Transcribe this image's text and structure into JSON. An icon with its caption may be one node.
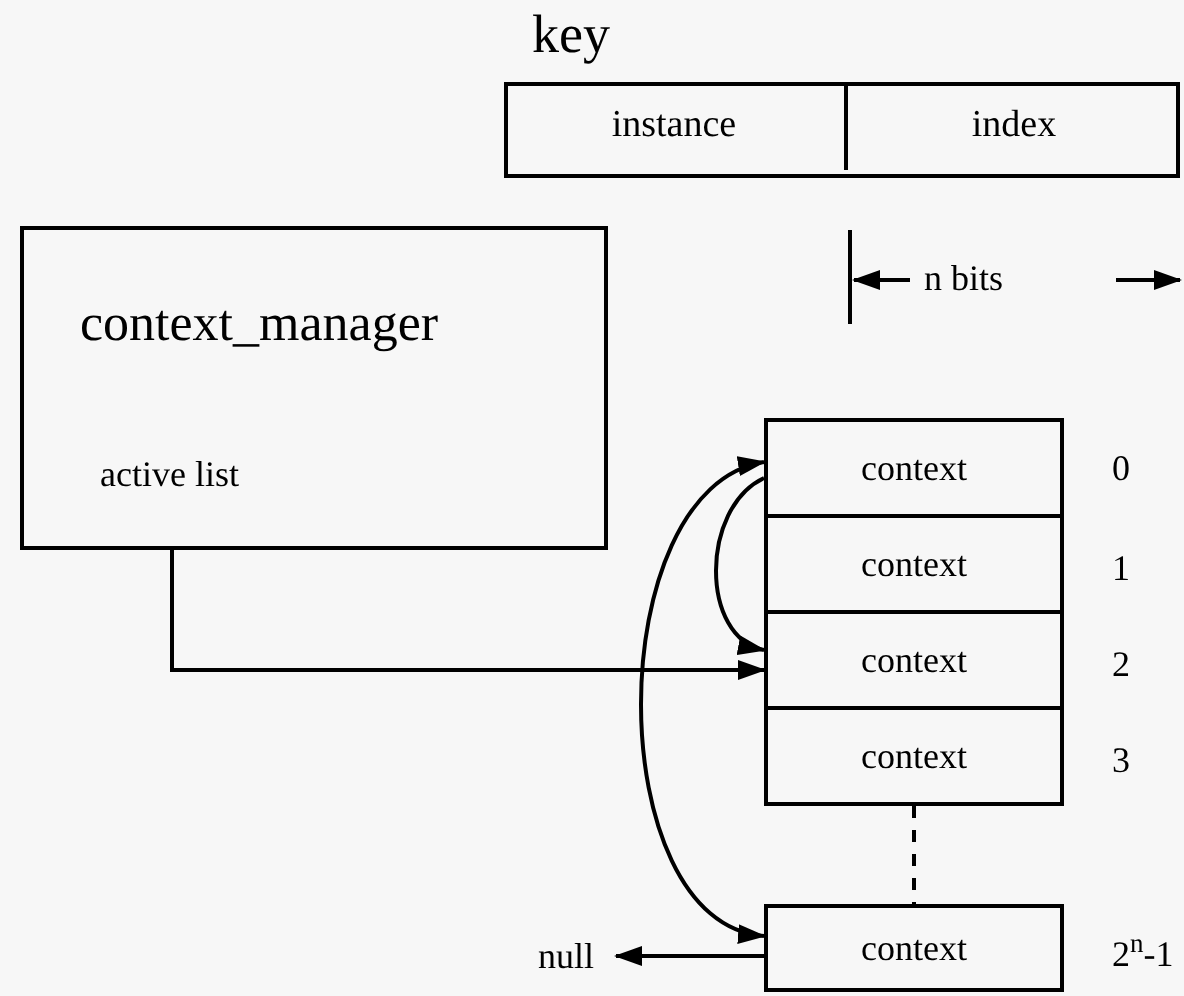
{
  "diagram": {
    "nodes": [
      {
        "text": [
          "key"
        ]
      },
      {
        "text": [
          "instance"
        ],
        "in": 0
      },
      {
        "text": [
          "index"
        ],
        "in": 0
      },
      {
        "text": [
          "context_manager",
          "active list"
        ]
      },
      {
        "text": [
          "context"
        ],
        "beside": [
          "0"
        ]
      },
      {
        "text": [
          "context"
        ],
        "beside": [
          "1"
        ]
      },
      {
        "text": [
          "context"
        ],
        "beside": [
          "2"
        ]
      },
      {
        "text": [
          "context"
        ],
        "beside": [
          "3"
        ]
      },
      {
        "text": [
          "context"
        ],
        "beside": [
          "2$^{n}$-1"
        ]
      },
      {
        "text": [
          "null"
        ]
      }
    ],
    "edges": [
      {
        "from": 3,
        "to": 6,
        "arrow": "to"
      },
      {
        "from": 4,
        "to": 6,
        "arrow": "to"
      },
      {
        "from": 4,
        "to": 8,
        "arrow": "both"
      },
      {
        "from": 8,
        "to": 9,
        "arrow": "to"
      },
      {
        "from": 7,
        "to": 8,
        "arrow": "none",
        "style": "dashed"
      }
    ],
    "labels": [
      "n bits"
    ]
  }
}
